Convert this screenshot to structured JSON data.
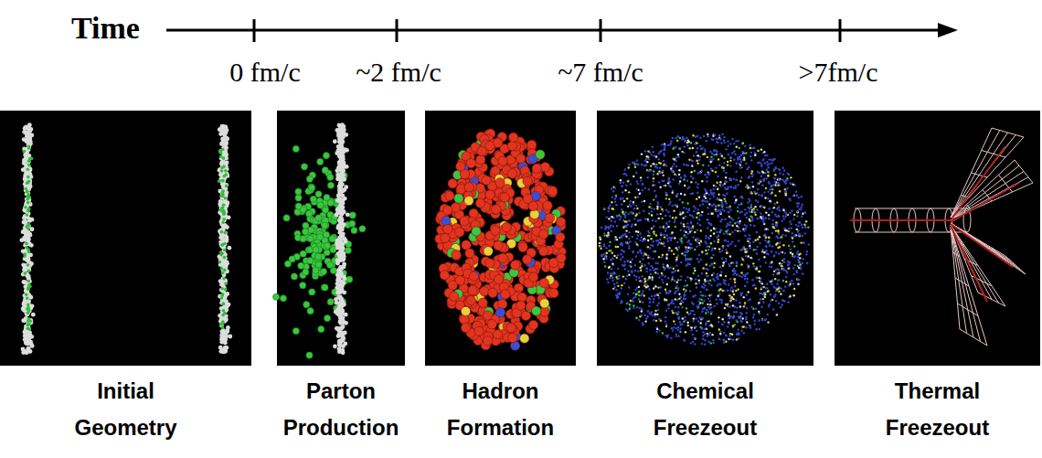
{
  "diagram": {
    "nodes": [
      {
        "text": [
          "Initial Geometry"
        ]
      },
      {
        "text": [
          "Parton Production"
        ]
      },
      {
        "text": [
          "Hadron Formation"
        ]
      },
      {
        "text": [
          "Chemical Freezeout"
        ]
      },
      {
        "text": [
          "Thermal Freezeout"
        ]
      }
    ],
    "labels": [
      "Time",
      "0 fm/c",
      "~2 fm/c",
      "~7 fm/c",
      ">7fm/c"
    ]
  }
}
